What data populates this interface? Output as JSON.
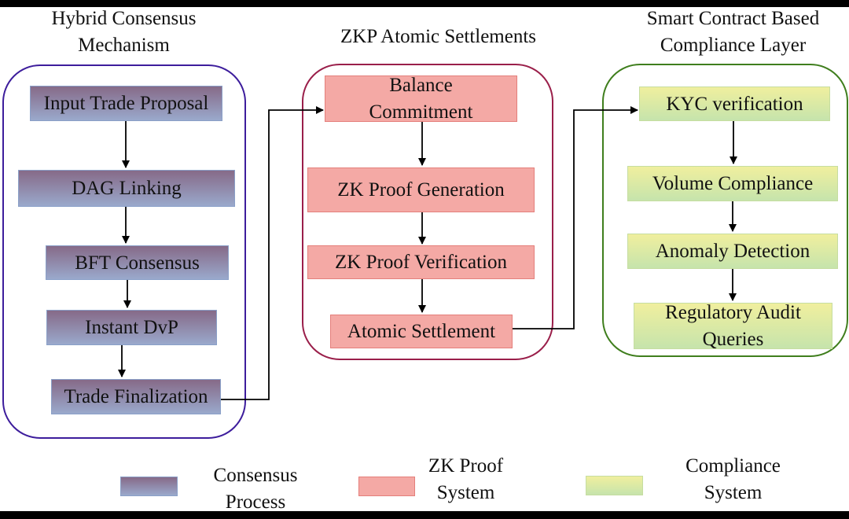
{
  "columns": [
    {
      "title": "Hybrid Consensus\nMechanism",
      "border_color": "#3d1d9c",
      "steps": [
        "Input Trade Proposal",
        "DAG Linking",
        "BFT Consensus",
        "Instant DvP",
        "Trade Finalization"
      ]
    },
    {
      "title": "ZKP Atomic Settlements",
      "border_color": "#9a1f4a",
      "steps": [
        "Balance\nCommitment",
        "ZK Proof Generation",
        "ZK Proof Verification",
        "Atomic Settlement"
      ]
    },
    {
      "title": "Smart Contract Based\nCompliance Layer",
      "border_color": "#3f7e1d",
      "steps": [
        "KYC verification",
        "Volume Compliance",
        "Anomaly Detection",
        "Regulatory Audit\nQueries"
      ]
    }
  ],
  "legend": [
    {
      "label": "Consensus\nProcess",
      "swatch": "consensus"
    },
    {
      "label": "ZK Proof\nSystem",
      "swatch": "zk"
    },
    {
      "label": "Compliance\nSystem",
      "swatch": "compliance"
    }
  ],
  "colors": {
    "consensus_top": "#866a88",
    "consensus_bottom": "#9aa9cc",
    "zk_fill": "#f4a9a5",
    "compliance_top": "#f0ef9e",
    "compliance_bottom": "#c6e4ac",
    "arrow": "#000000"
  }
}
